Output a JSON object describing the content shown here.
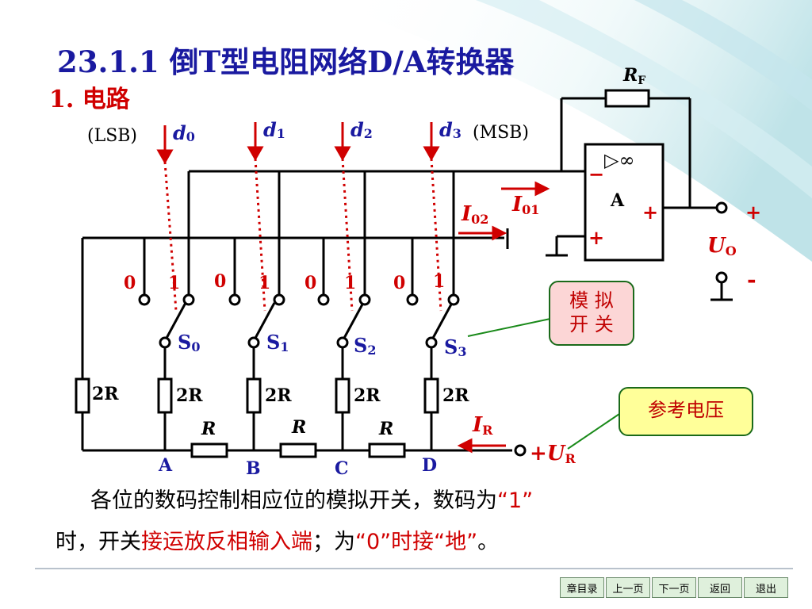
{
  "slide": {
    "title": "23.1.1  倒T型电阻网络D/A转换器",
    "section": "1. 电路"
  },
  "circuit": {
    "bits": [
      "d",
      "d",
      "d",
      "d"
    ],
    "bit_subs": [
      "0",
      "1",
      "2",
      "3"
    ],
    "lsb_label": "(LSB)",
    "msb_label": "(MSB)",
    "switches": [
      "S",
      "S",
      "S",
      "S"
    ],
    "switch_subs": [
      "0",
      "1",
      "2",
      "3"
    ],
    "zero_label": "0",
    "one_label": "1",
    "rf": "R",
    "rf_sub": "F",
    "opamp_symbol": "▷∞",
    "opamp_name": "A",
    "minus": "−",
    "plus": "+",
    "i01": "I",
    "i01_sub": "01",
    "i02": "I",
    "i02_sub": "02",
    "uo": "U",
    "uo_sub": "O",
    "out_plus": "+",
    "out_minus": "-",
    "res_2r": "2R",
    "res_r": "R",
    "nodes": [
      "A",
      "B",
      "C",
      "D"
    ],
    "ir": "I",
    "ir_sub": "R",
    "ur_prefix": "+",
    "ur": "U",
    "ur_sub": "R"
  },
  "callouts": {
    "analog_switch": [
      "模 拟",
      "开 关"
    ],
    "reference_voltage": "参考电压"
  },
  "caption": {
    "line1_a": "各位的数码控制相应位的模拟开关，数码为",
    "line1_b": "“1”",
    "line2_a": "时，开关",
    "line2_b": "接运放反相输入端",
    "line2_c": "；为",
    "line2_d": "“0”时接“地”",
    "line2_e": "。"
  },
  "nav": {
    "buttons": [
      "章目录",
      "上一页",
      "下一页",
      "返回",
      "退出"
    ]
  }
}
